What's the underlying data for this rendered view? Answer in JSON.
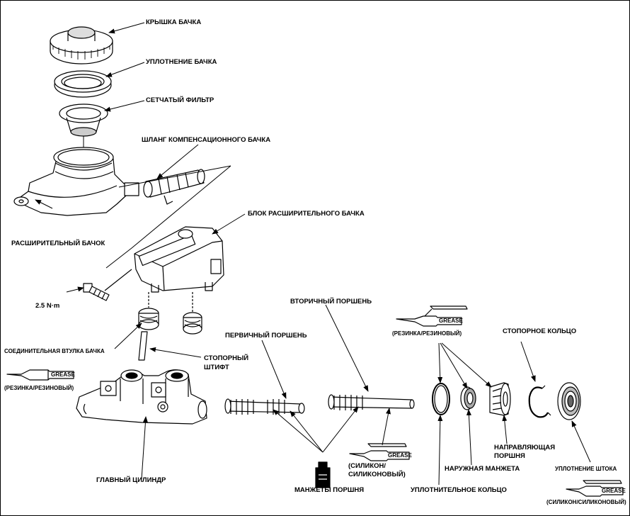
{
  "labels": {
    "reservoir_cap": "КРЫШКА БАЧКА",
    "reservoir_seal": "УПЛОТНЕНИЕ БАЧКА",
    "strainer": "СЕТЧАТЫЙ ФИЛЬТР",
    "reservoir_hose": "ШЛАНГ КОМПЕНСАЦИОННОГО БАЧКА",
    "reservoir": "РАСШИРИТЕЛЬНЫЙ БАЧОК",
    "reservoir_block": "БЛОК РАСШИРИТЕЛЬНОГО БАЧКА",
    "torque": "2.5 N·m",
    "reservoir_grommet": "СОЕДИНИТЕЛЬНАЯ ВТУЛКА БАЧКА",
    "rubber_left": "(РЕЗИНКА/РЕЗИНОВЫЙ)",
    "stop_pin_line1": "СТОПОРНЫЙ",
    "stop_pin_line2": "ШТИФТ",
    "primary_piston": "ПЕРВИЧНЫЙ ПОРШЕНЬ",
    "secondary_piston": "ВТОРИЧНЫЙ ПОРШЕНЬ",
    "rubber_right": "(РЕЗИНКА/РЕЗИНОВЫЙ)",
    "snap_ring": "СТОПОРНОЕ КОЛЬЦО",
    "silicone_line1": "(СИЛИКОН/",
    "silicone_line2": "СИЛИКОНОВЫЙ)",
    "guide_line1": "НАПРАВЛЯЮЩАЯ",
    "guide_line2": "ПОРШНЯ",
    "outer_cup": "НАРУЖНАЯ МАНЖЕТА",
    "rod_seal": "УПЛОТНЕНИЕ ШТОКА",
    "master_cylinder": "ГЛАВНЫЙ ЦИЛИНДР",
    "piston_cups": "МАНЖЕТЫ ПОРШНЯ",
    "o_ring": "УПЛОТНИТЕЛЬНОЕ КОЛЬЦО",
    "silicone_rod": "(СИЛИКОН/СИЛИКОНОВЫЙ)"
  },
  "grease_word": "GREASE",
  "colors": {
    "ink": "#000000",
    "shade": "#8a8a8a",
    "paper": "#ffffff"
  }
}
